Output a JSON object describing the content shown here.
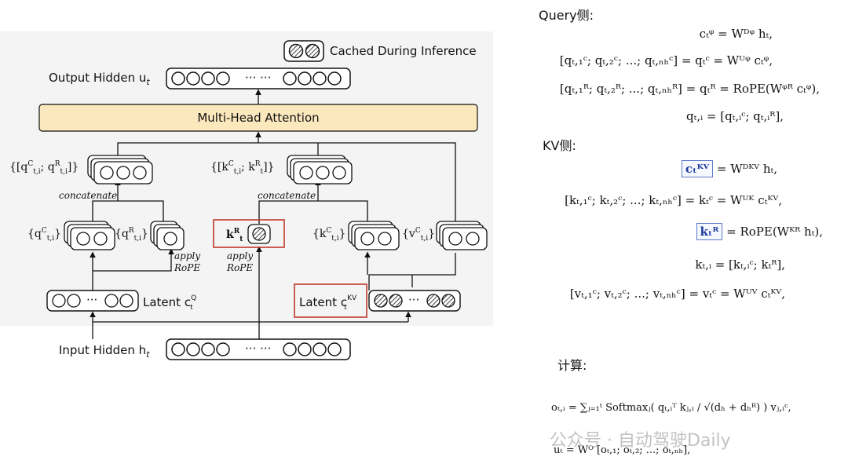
{
  "diagram": {
    "cached_label": "Cached During Inference",
    "output_hidden": "Output Hidden u",
    "output_sub": "t",
    "mha": "Multi-Head Attention",
    "q_group": "{[q",
    "q_group_tail": "]}",
    "k_group": "{[k",
    "k_group_tail": "]}",
    "concatenate": "concatenate",
    "qc_label": "{q",
    "qr_label": "{q",
    "kr_label": "k",
    "kc_label": "{k",
    "vc_label": "{v",
    "apply_rope": [
      "apply",
      "RoPE"
    ],
    "latent_q": "Latent c",
    "latent_kv": "Latent c",
    "input_hidden": "Input Hidden h",
    "input_sub": "t",
    "ellipsis": "··· ···"
  },
  "query_side": {
    "header": "Query侧:",
    "equations": [
      "cₜᵠ = Wᴰᵠ hₜ,",
      "[qₜ,₁ᶜ; qₜ,₂ᶜ; ...; qₜ,ₙₕᶜ] = qₜᶜ = Wᵁᵠ cₜᵠ,",
      "[qₜ,₁ᴿ; qₜ,₂ᴿ; ...; qₜ,ₙₕᴿ] = qₜᴿ = RoPE(Wᵠᴿ cₜᵠ),",
      "qₜ,ᵢ = [qₜ,ᵢᶜ; qₜ,ᵢᴿ],"
    ]
  },
  "kv_side": {
    "header": "KV侧:",
    "eq1_box": "cₜᴷⱽ",
    "eq1_rest": "= Wᴰᴷⱽ hₜ,",
    "eq2": "[kₜ,₁ᶜ; kₜ,₂ᶜ; ...; kₜ,ₙₕᶜ] = kₜᶜ = Wᵁᴷ cₜᴷⱽ,",
    "eq3_box": "kₜᴿ",
    "eq3_rest": "= RoPE(Wᴷᴿ hₜ),",
    "eq4": "kₜ,ᵢ = [kₜ,ᵢᶜ; kₜᴿ],",
    "eq5": "[vₜ,₁ᶜ; vₜ,₂ᶜ; ...; vₜ,ₙₕᶜ] = vₜᶜ = Wᵁⱽ cₜᴷⱽ,"
  },
  "compute": {
    "header": "计算:",
    "eq1": "oₜ,ᵢ = ∑ⱼ₌₁ᵗ Softmaxⱼ( qₜ,ᵢᵀ kⱼ,ᵢ / √(dₕ + dₕᴿ) ) vⱼ,ᵢᶜ,",
    "eq2": "uₜ = Wᴼ [oₜ,₁; oₜ,₂; ...; oₜ,ₙₕ],"
  },
  "watermark": "公众号 · 自动驾驶Daily",
  "colors": {
    "mha_fill": "#fbe8bd",
    "highlight_box": "#c0392b",
    "kv_box": "#5b78c8"
  }
}
